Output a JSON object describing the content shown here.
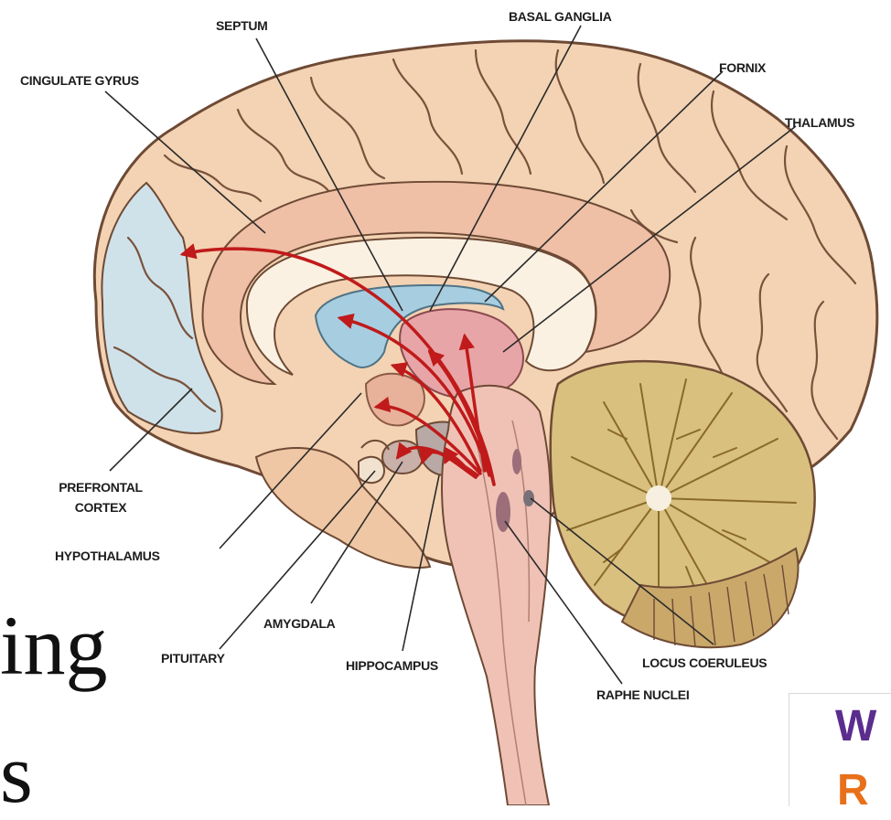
{
  "labels": {
    "septum": "SEPTUM",
    "basal_ganglia": "BASAL GANGLIA",
    "cingulate_gyrus": "CINGULATE GYRUS",
    "fornix": "FORNIX",
    "thalamus": "THALAMUS",
    "prefrontal_line1": "PREFRONTAL",
    "prefrontal_line2": "CORTEX",
    "hypothalamus": "HYPOTHALAMUS",
    "amygdala": "AMYGDALA",
    "pituitary": "PITUITARY",
    "hippocampus": "HIPPOCAMPUS",
    "locus_coeruleus": "LOCUS COERULEUS",
    "raphe_nuclei": "RAPHE NUCLEI"
  },
  "background_text": {
    "line1": "ing",
    "line2": "s"
  },
  "logo": {
    "letter1": "W",
    "letter2": "R",
    "color1": "#5b2d8e",
    "color2": "#e8701a"
  },
  "colors": {
    "cortex": "#f3d3b3",
    "cortex_outline": "#6e4a35",
    "cingulate": "#efbfa6",
    "prefrontal": "#cfe2ea",
    "corpus_callosum": "#fbf1e2",
    "ventricle": "#a7cde0",
    "thalamus": "#e8a5a8",
    "brainstem": "#f0c2b6",
    "cerebellum": "#d9c07f",
    "arrow": "#c01a1a",
    "leader": "#2a2a2a"
  }
}
